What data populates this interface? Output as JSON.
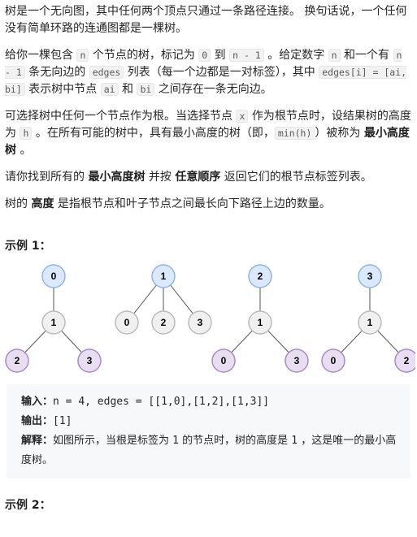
{
  "intro": {
    "p1": "树是一个无向图，其中任何两个顶点只通过一条路径连接。 换句话说，一个任何没有简单环路的连通图都是一棵树。",
    "p2_a": "给你一棵包含 ",
    "p2_n": "n",
    "p2_b": " 个节点的树，标记为 ",
    "p2_zero": "0",
    "p2_c": " 到 ",
    "p2_nm1": "n - 1",
    "p2_d": " 。给定数字 ",
    "p2_n2": "n",
    "p2_e": " 和一个有 ",
    "p2_nm1b": "n - 1",
    "p2_f": " 条无向边的 ",
    "p2_edges": "edges",
    "p2_g": " 列表（每一个边都是一对标签），其中 ",
    "p2_edgei": "edges[i] = [ai, bi]",
    "p2_h": " 表示树中节点 ",
    "p2_ai": "ai",
    "p2_i": " 和 ",
    "p2_bi": "bi",
    "p2_j": " 之间存在一条无向边。",
    "p3_a": "可选择树中任何一个节点作为根。当选择节点 ",
    "p3_x": "x",
    "p3_b": " 作为根节点时，设结果树的高度为 ",
    "p3_h": "h",
    "p3_c": " 。在所有可能的树中，具有最小高度的树（即，",
    "p3_minh": "min(h)",
    "p3_d": "）被称为 ",
    "p3_bold": "最小高度树",
    "p3_e": " 。",
    "p4_a": "请你找到所有的 ",
    "p4_b1": "最小高度树",
    "p4_b": " 并按 ",
    "p4_b2": "任意顺序",
    "p4_c": " 返回它们的根节点标签列表。",
    "p5_a": "树的 ",
    "p5_b1": "高度",
    "p5_b": " 是指根节点和叶子节点之间最长向下路径上边的数量。"
  },
  "example1": {
    "title": "示例 1：",
    "input_label": "输入：",
    "input_value": "n = 4, edges = [[1,0],[1,2],[1,3]]",
    "output_label": "输出：",
    "output_value": "[1]",
    "explain_label": "解释：",
    "explain_a": "如图所示，当根是标签为 ",
    "explain_1": "1",
    "explain_b": " 的节点时，树的高度是 ",
    "explain_2": "1",
    "explain_c": " ，这是唯一的最小高度树。"
  },
  "example2": {
    "title": "示例 2："
  },
  "trees": {
    "t1": {
      "root": "0",
      "mid": "1",
      "leaf1": "2",
      "leaf2": "3"
    },
    "t2": {
      "root": "1",
      "c1": "0",
      "c2": "2",
      "c3": "3"
    },
    "t3": {
      "root": "2",
      "mid": "1",
      "leaf1": "0",
      "leaf2": "3"
    },
    "t4": {
      "root": "3",
      "mid": "1",
      "leaf1": "0",
      "leaf2": "2"
    }
  },
  "colors": {
    "root_fill": "#dbe9fc",
    "root_stroke": "#8fb4e6",
    "leaf_fill": "#e9ddf2",
    "leaf_stroke": "#a98bc4",
    "mid_fill": "#f0f0f0",
    "mid_stroke": "#bbbbbb"
  }
}
